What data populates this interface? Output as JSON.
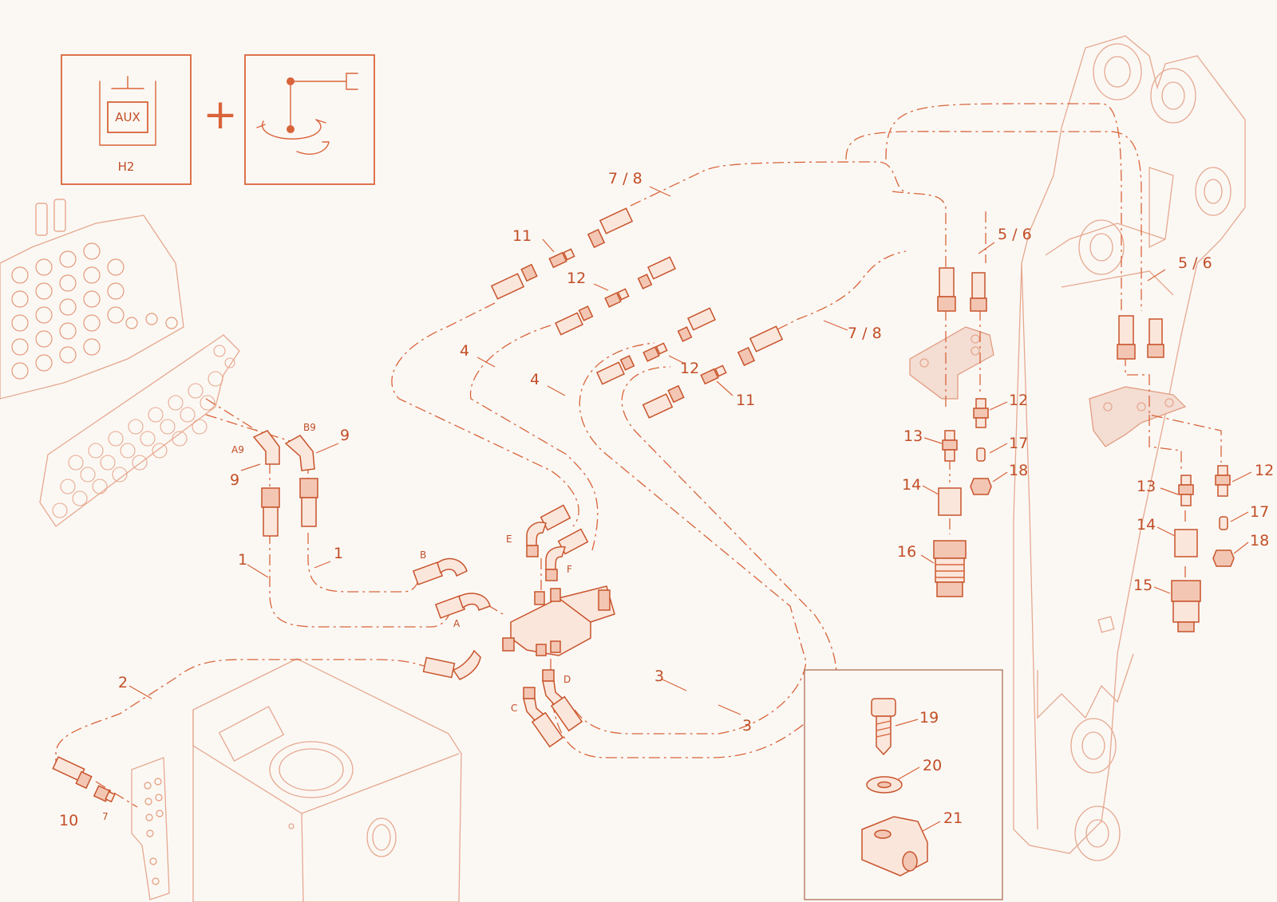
{
  "header": {
    "aux_box_text": "AUX",
    "circuit_label": "H2",
    "plus_sign": "+"
  },
  "callouts": {
    "n1": "1",
    "n2": "2",
    "n3": "3",
    "n4": "4",
    "n7": "7",
    "n9": "9",
    "n10": "10",
    "n11": "11",
    "n12": "12",
    "n13": "13",
    "n14": "14",
    "n15": "15",
    "n16": "16",
    "n17": "17",
    "n18": "18",
    "n19": "19",
    "n20": "20",
    "n21": "21",
    "n56": "5 / 6",
    "n78": "7 / 8"
  },
  "ports": {
    "a9": "A9",
    "b9": "B9",
    "a": "A",
    "b": "B",
    "c": "C",
    "d": "D",
    "e": "E",
    "f": "F"
  },
  "colors": {
    "accent": "#d9643a",
    "faint": "#e6a88f",
    "background": "#fbf8f4"
  }
}
